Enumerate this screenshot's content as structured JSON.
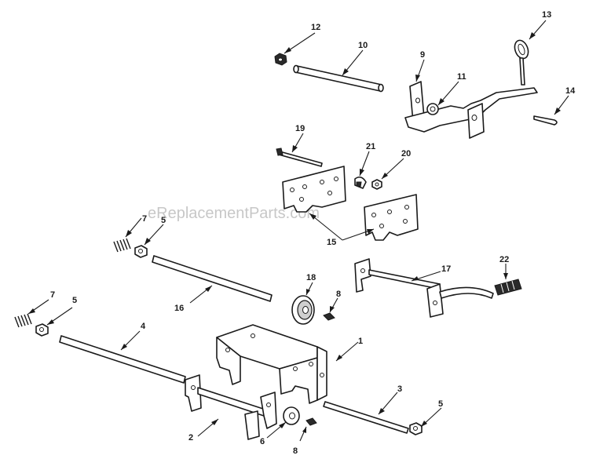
{
  "watermark": "eReplacementParts.com",
  "callouts": {
    "c1": "1",
    "c2": "2",
    "c3": "3",
    "c4": "4",
    "c5a": "5",
    "c5b": "5",
    "c5c": "5",
    "c6": "6",
    "c7a": "7",
    "c7b": "7",
    "c8a": "8",
    "c8b": "8",
    "c9": "9",
    "c10": "10",
    "c11": "11",
    "c12": "12",
    "c13": "13",
    "c14": "14",
    "c15": "15",
    "c16": "16",
    "c17": "17",
    "c18": "18",
    "c19": "19",
    "c20": "20",
    "c21": "21",
    "c22": "22"
  }
}
